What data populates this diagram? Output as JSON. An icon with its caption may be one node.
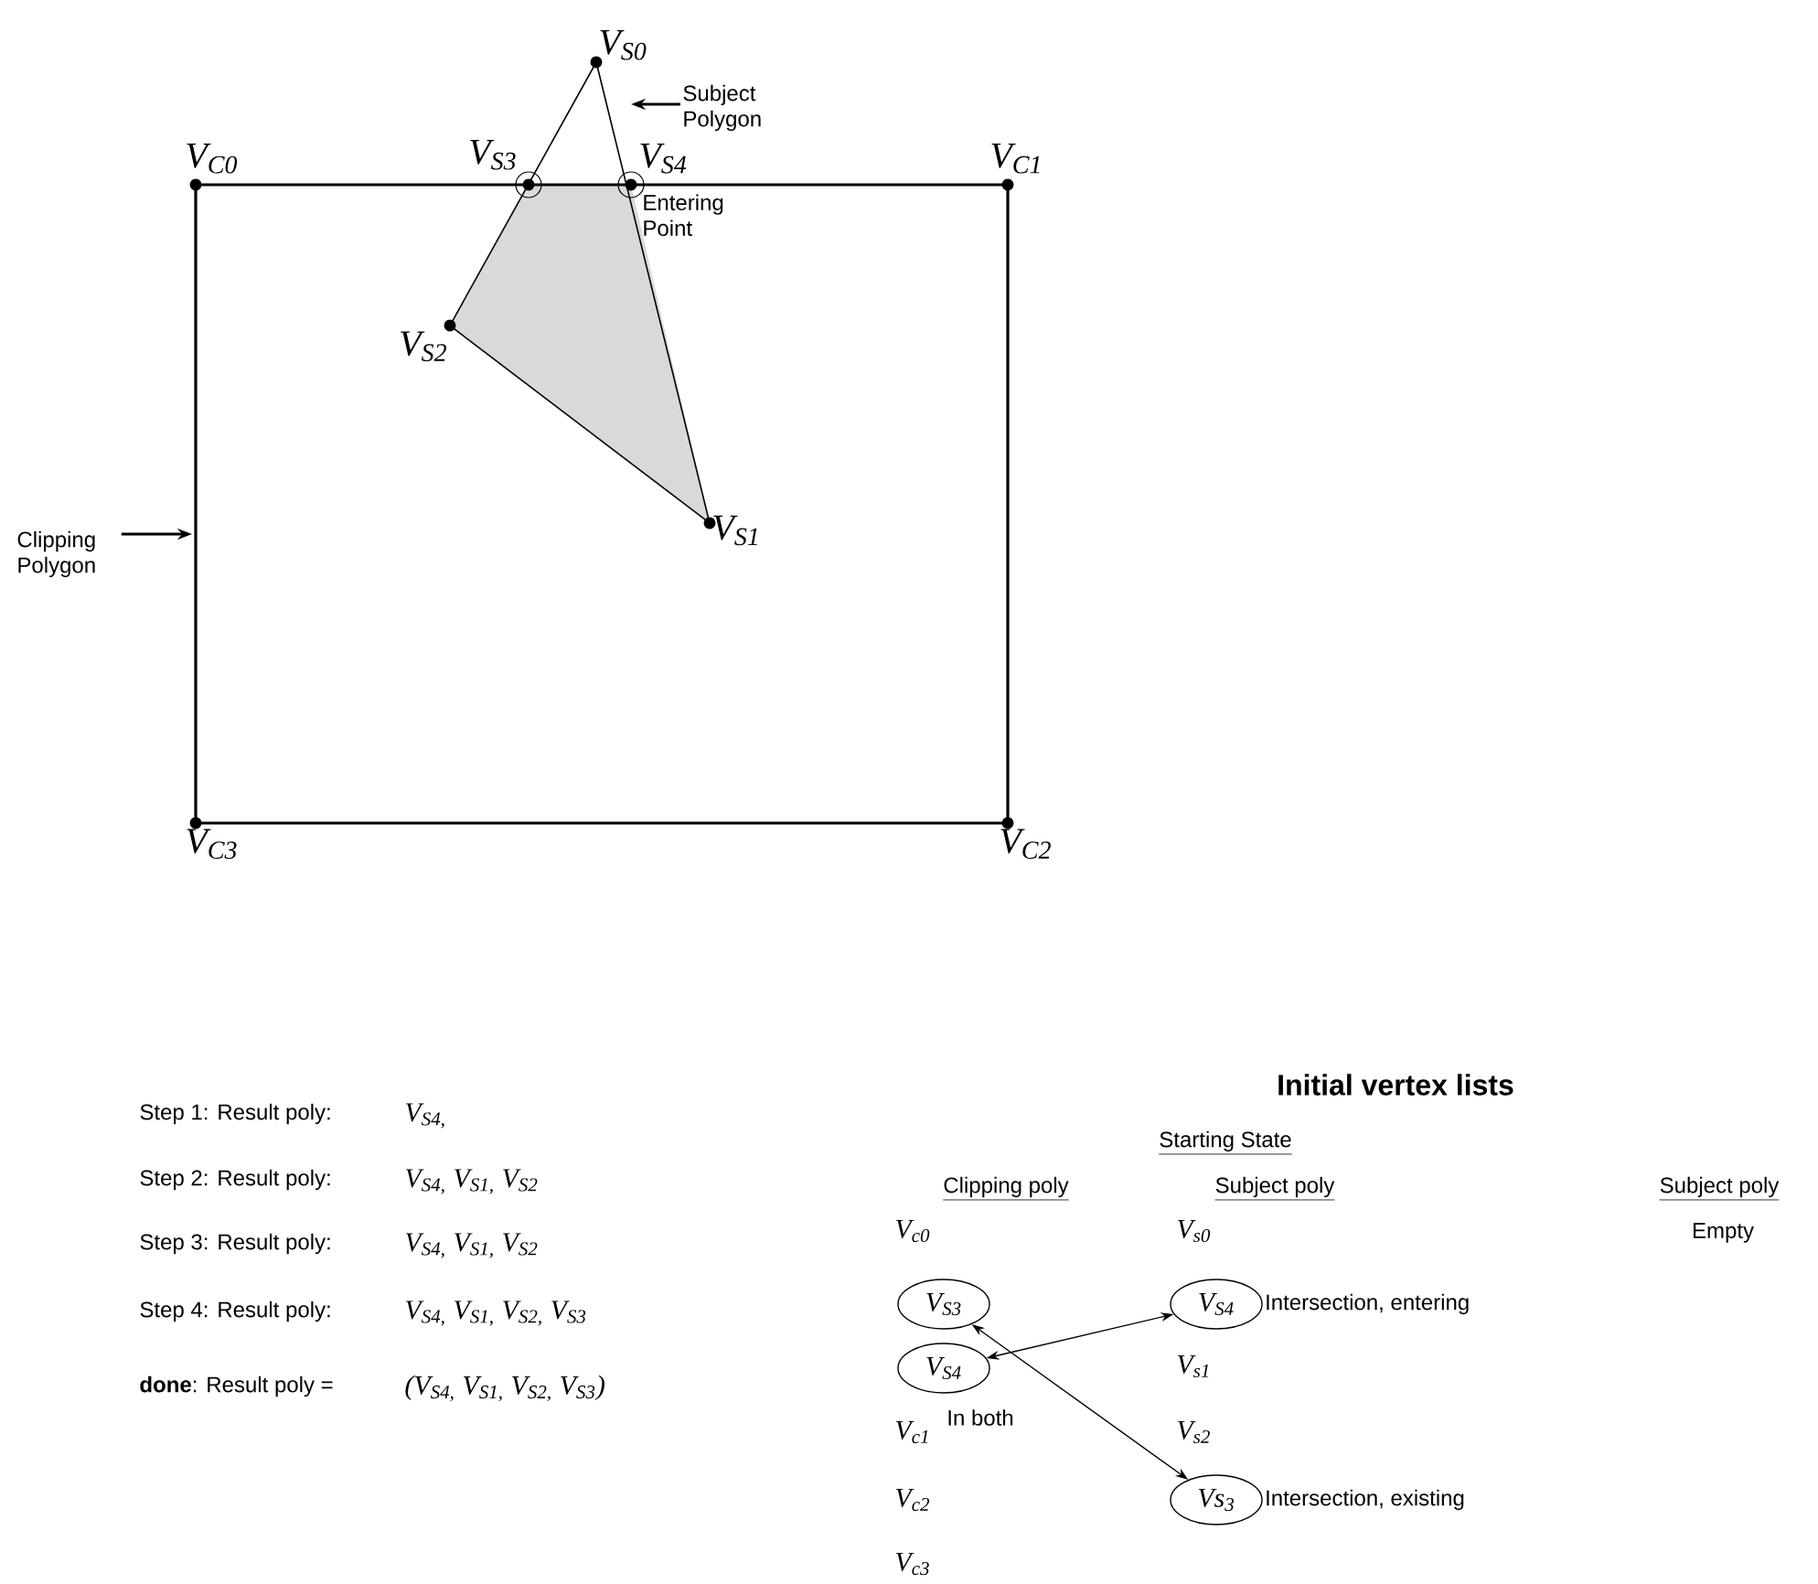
{
  "diagram": {
    "nodes": [
      {
        "text": [
          "V$_{S3}$"
        ]
      },
      {
        "text": [
          "V$_{S4}$"
        ]
      },
      {
        "text": [
          "V$_{S4}$"
        ],
        "beside": [
          "Intersection, entering"
        ]
      },
      {
        "text": [
          "Vs$_{3}$"
        ],
        "beside": [
          "Intersection, existing"
        ]
      },
      {
        "text": [
          "Subject Polygon"
        ]
      },
      {
        "text": [
          "Clipping Polygon"
        ]
      }
    ],
    "edges": [
      {
        "from": 4,
        "to": null,
        "arrow": "to"
      },
      {
        "from": 5,
        "to": null,
        "arrow": "to"
      },
      {
        "from": 1,
        "to": 2,
        "arrow": "both"
      },
      {
        "from": 0,
        "to": 3,
        "arrow": "both"
      }
    ],
    "labels": [
      "V$_{S0}$",
      "V$_{C0}$",
      "V$_{S3}$",
      "V$_{S4}$",
      "V$_{C1}$",
      "Entering Point",
      "V$_{S2}$",
      "V$_{S1}$",
      "V$_{C3}$",
      "V$_{C2}$",
      "Initial vertex lists",
      "Step 1:  Result poly:",
      "V$_{S4,}$",
      "Starting State",
      "Step 2:  Result poly:",
      "V$_{S4,}$ V$_{S1,}$ V$_{S2}$",
      "Clipping poly",
      "Subject poly",
      "Subject poly",
      "Step 3:  Result poly:",
      "V$_{S4,}$  V$_{S1,}$ V$_{S2}$",
      "V$_{c0}$",
      "V$_{s0}$",
      "Empty",
      "Step 4:  Result poly:",
      "V$_{S4,}$  V$_{S1,}$ V$_{S2,}$  V$_{S3}$",
      "V$_{s1}$",
      "**done**:  Result poly =",
      "(V$_{S4,}$  V$_{S1,}$ V$_{S2,}$  V$_{S3}$)",
      "In both",
      "V$_{c1}$",
      "V$_{s2}$",
      "V$_{c2}$",
      "V$_{c3}$"
    ]
  }
}
